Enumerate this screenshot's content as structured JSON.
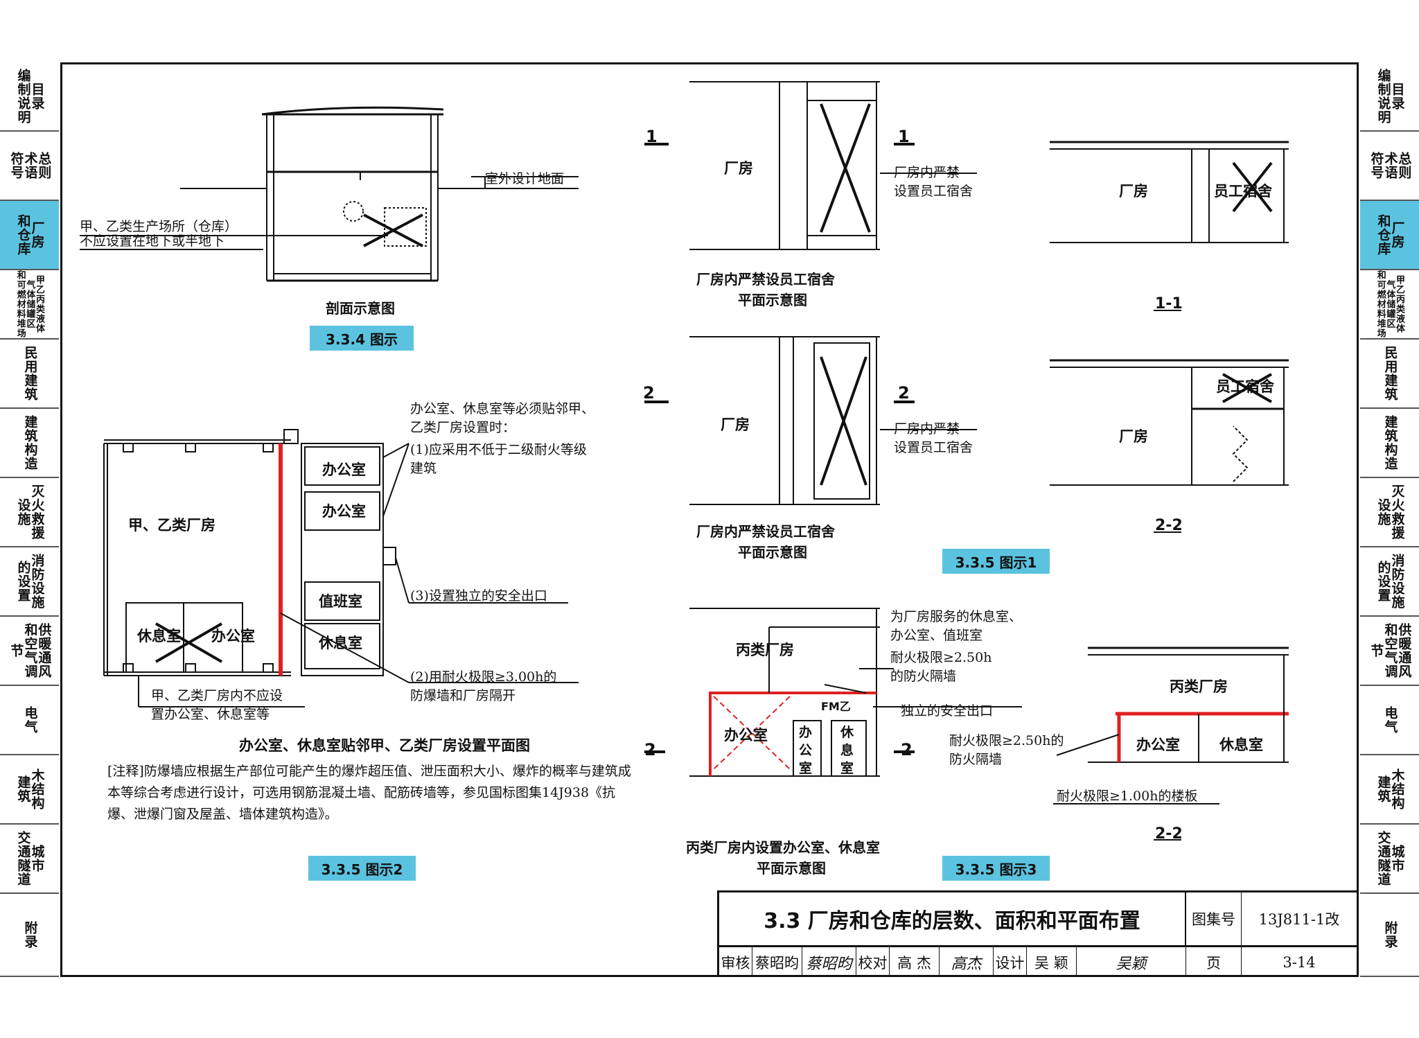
{
  "sidebar": {
    "tabs": [
      {
        "label": "目录\n编制说明",
        "h": 100
      },
      {
        "label": "总则\n术语\n符号",
        "h": 100
      },
      {
        "label": "厂房\n和仓库",
        "h": 100,
        "active": true
      },
      {
        "label": "甲乙丙类液体\n气体储罐区\n和可燃材料堆场",
        "h": 100,
        "small": true
      },
      {
        "label": "民用建筑",
        "h": 100
      },
      {
        "label": "建筑构造",
        "h": 100
      },
      {
        "label": "灭火救援\n设施",
        "h": 100
      },
      {
        "label": "消防设施\n的设置",
        "h": 100
      },
      {
        "label": "供暖通风\n和空气调节",
        "h": 100
      },
      {
        "label": "电气",
        "h": 100
      },
      {
        "label": "木结构\n建筑",
        "h": 100
      },
      {
        "label": "城市\n交通隧道",
        "h": 100
      },
      {
        "label": "附录",
        "h": 120
      }
    ]
  },
  "fig334": {
    "ground_label": "室外设计地面",
    "note_line1": "甲、乙类生产场所（仓库）",
    "note_line2": "不应设置在地下或半地下",
    "caption": "剖面示意图",
    "badge": "3.3.4 图示"
  },
  "fig335_2": {
    "factory": "甲、乙类厂房",
    "office1": "办公室",
    "office2": "办公室",
    "duty": "值班室",
    "rest": "休息室",
    "rest_x": "休息室",
    "office_x": "办公室",
    "note_a1": "办公室、休息室等必须贴邻甲、",
    "note_a2": "乙类厂房设置时：",
    "note_a3": "(1)应采用不低于二级耐火等级",
    "note_a4": "建筑",
    "note_b": "(3)设置独立的安全出口",
    "note_c1": "(2)用耐火极限≥3.00h的",
    "note_c2": "防爆墙和厂房隔开",
    "note_d1": "甲、乙类厂房内不应设",
    "note_d2": "置办公室、休息室等",
    "caption": "办公室、休息室贴邻甲、乙类厂房设置平面图",
    "remark": "[注释]防爆墙应根据生产部位可能产生的爆炸超压值、泄压面积大小、爆炸的概率与建筑成本等综合考虑进行设计，可选用钢筋混凝土墙、配筋砖墙等，参见国标图集14J938《抗爆、泄爆门窗及屋盖、墙体建筑构造》。",
    "badge": "3.3.5 图示2"
  },
  "fig335_1": {
    "cut1": "1",
    "cut2": "2",
    "factory": "厂房",
    "note1": "厂房内严禁",
    "note2": "设置员工宿舍",
    "caption1": "厂房内严禁设员工宿舍",
    "caption2": "平面示意图",
    "sec11_factory": "厂房",
    "sec11_dorm": "员工宿舍",
    "sec11_label": "1-1",
    "sec22_factory": "厂房",
    "sec22_dorm": "员工宿舍",
    "sec22_label": "2-2",
    "badge": "3.3.5 图示1"
  },
  "fig335_3": {
    "factory": "丙类厂房",
    "office": "办公室",
    "office_v": "办\n公\n室",
    "rest_v": "休\n息\n室",
    "fm": "FM乙",
    "cut": "2",
    "note1": "为厂房服务的休息室、",
    "note2": "办公室、值班室",
    "note3": "耐火极限≥2.50h",
    "note4": "的防火隔墙",
    "note5": "独立的安全出口",
    "note6": "耐火极限≥2.50h的",
    "note7": "防火隔墙",
    "note8": "耐火极限≥1.00h的楼板",
    "sec_factory": "丙类厂房",
    "sec_office": "办公室",
    "sec_rest": "休息室",
    "sec_label": "2-2",
    "caption1": "丙类厂房内设置办公室、休息室",
    "caption2": "平面示意图",
    "badge": "3.3.5 图示3"
  },
  "titleblock": {
    "title": "3.3 厂房和仓库的层数、面积和平面布置",
    "atlas_label": "图集号",
    "atlas_no": "13J811-1改",
    "review": "审核",
    "reviewer": "蔡昭昀",
    "reviewer_sig": "蔡昭昀",
    "check": "校对",
    "checker": "高 杰",
    "checker_sig": "高杰",
    "design": "设计",
    "designer": "吴 颖",
    "designer_sig": "吴颖",
    "page_label": "页",
    "page_no": "3-14"
  },
  "colors": {
    "accent": "#5bc3e0",
    "wall": "#e02020",
    "line": "#111111"
  }
}
